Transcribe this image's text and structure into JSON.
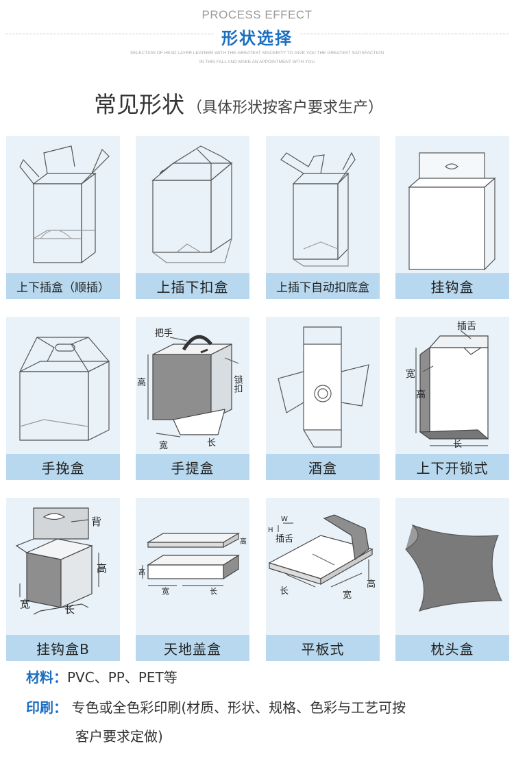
{
  "header": {
    "en_title": "PROCESS EFFECT",
    "cn_title": "形状选择",
    "subtitle_line1": "SELECTION OF HEAD LAYER LEATHER WITH THE GREATEST SINCERITY TO GIVE YOU THE GREATEST SATISFACTION",
    "subtitle_line2": "IN THIS FALL AND MAKE AN APPOINTMENT WITH YOU"
  },
  "section": {
    "title": "常见形状",
    "note": "（具体形状按客户要求生产）"
  },
  "shapes": [
    {
      "label": "上下插盒（顺插）"
    },
    {
      "label": "上插下扣盒"
    },
    {
      "label": "上插下自动扣底盒"
    },
    {
      "label": "挂钩盒"
    },
    {
      "label": "手挽盒"
    },
    {
      "label": "手提盒",
      "annotations": {
        "handle": "把手",
        "height": "高",
        "lock": "锁扣",
        "width": "宽",
        "length": "长"
      }
    },
    {
      "label": "酒盒"
    },
    {
      "label": "上下开锁式",
      "annotations": {
        "tongue": "插舌",
        "width": "宽",
        "height": "高",
        "length": "长"
      }
    },
    {
      "label": "挂钩盒B",
      "annotations": {
        "back": "背",
        "height": "高",
        "width": "宽",
        "length": "长"
      }
    },
    {
      "label": "天地盖盒",
      "annotations": {
        "height_top": "高",
        "height_side": "高",
        "width": "宽",
        "length": "长"
      }
    },
    {
      "label": "平板式",
      "annotations": {
        "w": "W",
        "h": "H",
        "tongue": "插舌",
        "length": "长",
        "width": "宽",
        "height": "高"
      }
    },
    {
      "label": "枕头盒"
    }
  ],
  "details": {
    "material_label": "材料：",
    "material_value": "PVC、PP、PET等",
    "print_label": "印刷：",
    "print_value_line1": "专色或全色彩印刷(材质、形状、规格、色彩与工艺可按",
    "print_value_line2": "客户要求定做)"
  },
  "colors": {
    "accent": "#1b6fc0",
    "card_bg": "#e9f2f9",
    "label_bg": "#b7d8ee"
  }
}
